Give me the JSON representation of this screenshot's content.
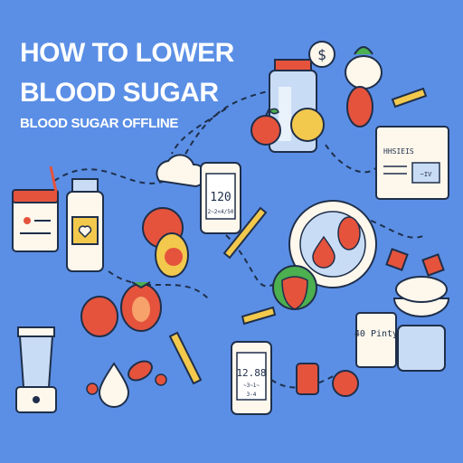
{
  "header": {
    "title_line1": "HOW TO LOWER",
    "title_line2": "BLOOD SUGAR",
    "subtitle": "BLOOD SUGAR OFFLINE"
  },
  "meter_top": {
    "reading": "120",
    "detail": "2~2<4/50"
  },
  "meter_bottom": {
    "reading": "12.88",
    "detail1": "~3~1~",
    "detail2": "3-4"
  },
  "chart_card": {
    "label": "HHSIEIS",
    "value": "~IV"
  },
  "weight_card": {
    "label": "40 Pinty"
  },
  "coin_symbol": "$",
  "colors": {
    "background": "#5b8fe6",
    "outline": "#1f2f4a",
    "red": "#e5533d",
    "yellow": "#f2c94c",
    "green": "#4caf50",
    "cream": "#fdf7ec",
    "light_blue": "#c9dcf5"
  }
}
